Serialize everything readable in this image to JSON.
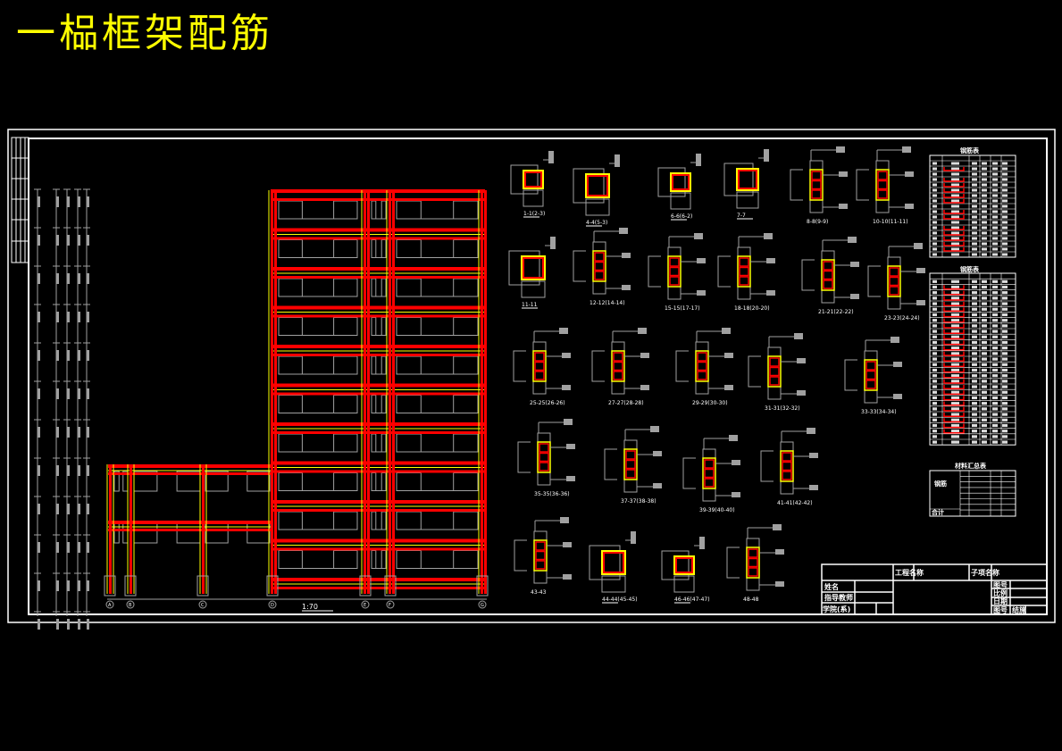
{
  "title": "一榀框架配筋",
  "colors": {
    "background": "#000000",
    "title": "#ffff00",
    "frame_border": "#ffffff",
    "beam_column_rebar": "#ff0000",
    "stirrup_outline": "#ffff00",
    "dimension_lines": "#a0a0a0"
  },
  "elevation": {
    "scale_label": "1:70",
    "axis_labels": [
      "A",
      "B",
      "C",
      "D",
      "E",
      "F",
      "G"
    ],
    "tall_block_floors": 11,
    "low_block_floors": 2
  },
  "sections": {
    "row1": [
      "1-1(2-3)",
      "4-4(5-3)",
      "6-6(6-2)",
      "7-7",
      "8-8(9-9)",
      "10-10(11-11)"
    ],
    "row2": [
      "11-11",
      "12-12(14-14)",
      "15-15(17-17)",
      "18-18(20-20)",
      "21-21(22-22)",
      "23-23(24-24)"
    ],
    "row3": [
      "25-25(26-26)",
      "27-27(28-28)",
      "29-29(30-30)",
      "31-31(32-32)",
      "33-33(34-34)"
    ],
    "row4": [
      "35-35(36-36)",
      "37-37(38-38)",
      "39-39(40-40)",
      "41-41(42-42)"
    ],
    "row5": [
      "43-43",
      "44-44(45-45)",
      "46-46(47-47)",
      "48-48"
    ]
  },
  "tables": {
    "rebar_table_1_title": "钢筋表",
    "rebar_table_2_title": "钢筋表",
    "material_summary_title": "材料汇总表",
    "material_summary_label": "钢筋",
    "material_summary_total_label": "合计"
  },
  "title_block": {
    "project_name_label": "工程名称",
    "drawing_name_label": "子项名称",
    "designer_label": "姓名",
    "reviewer_label": "指导教师",
    "school_label": "学院(系)",
    "drawing_no_label": "图号",
    "scale_label": "比例",
    "date_label": "日期",
    "sheet_label": "图号",
    "sheet_value": "结施"
  }
}
